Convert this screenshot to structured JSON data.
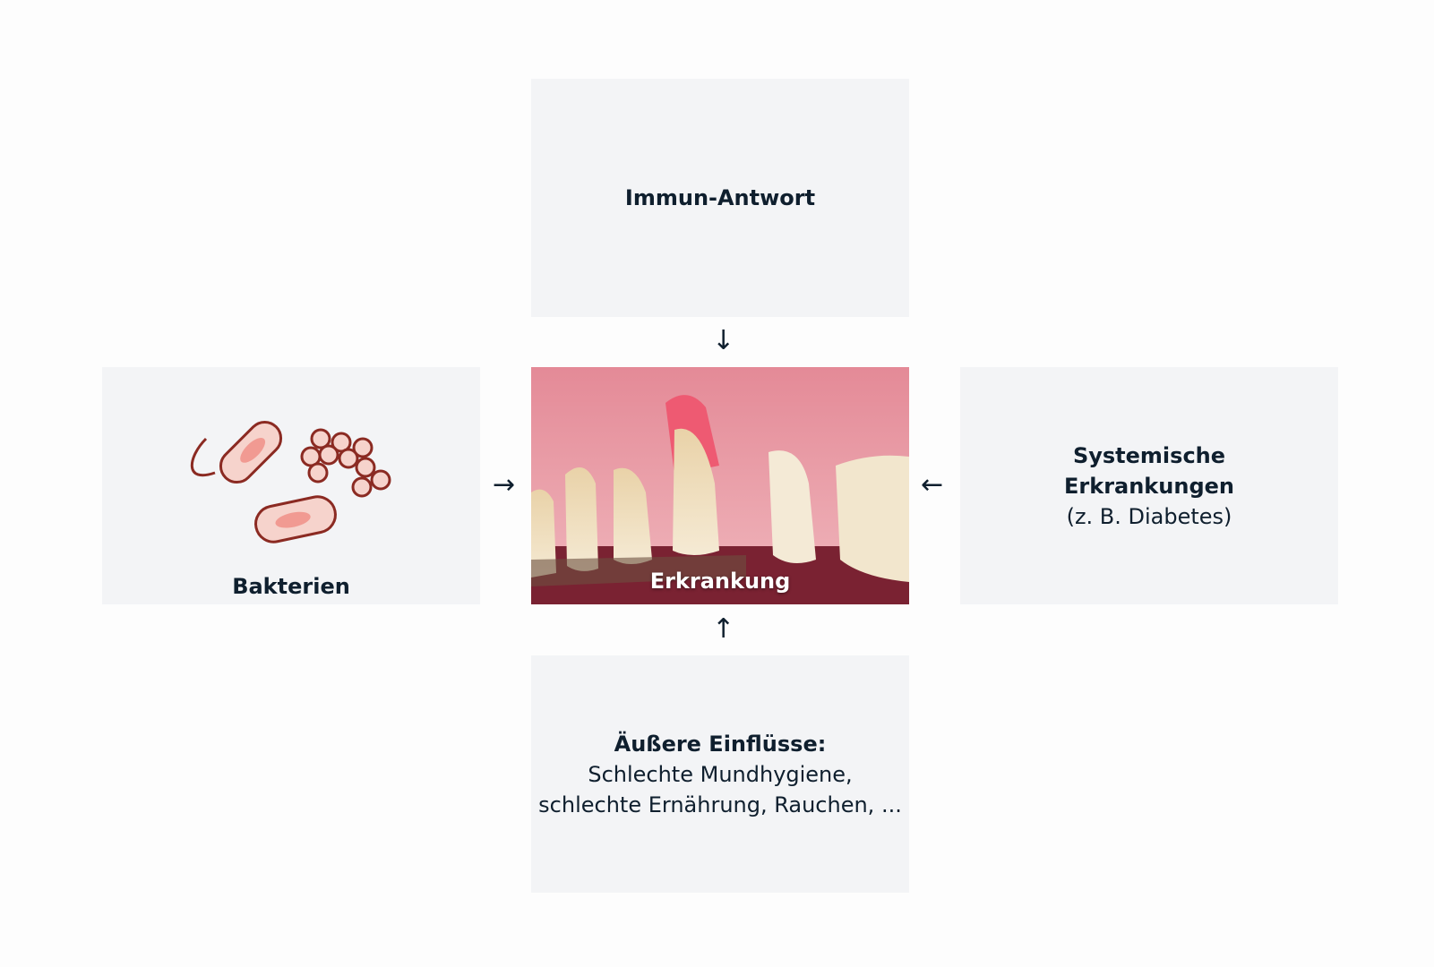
{
  "nodes": {
    "top": {
      "title": "Immun-Antwort"
    },
    "left": {
      "title": "Bakterien",
      "icon": "bacteria-icon"
    },
    "center": {
      "title": "Erkrankung",
      "image": "teeth-photo"
    },
    "right": {
      "title_line1": "Systemische",
      "title_line2": "Erkrankungen",
      "subtitle": "(z. B. Diabetes)"
    },
    "bottom": {
      "title": "Äußere Einflüsse:",
      "line1": "Schlechte Mundhygiene,",
      "line2": "schlechte Ernährung, Rauchen, ..."
    }
  },
  "arrows": {
    "down": "↓",
    "right": "→",
    "left": "←",
    "up": "↑"
  },
  "colors": {
    "box": "#f3f4f6",
    "text": "#0f1f2e",
    "bacteria": "#8b2a22",
    "bacteria_fill": "#f6d3cc"
  }
}
